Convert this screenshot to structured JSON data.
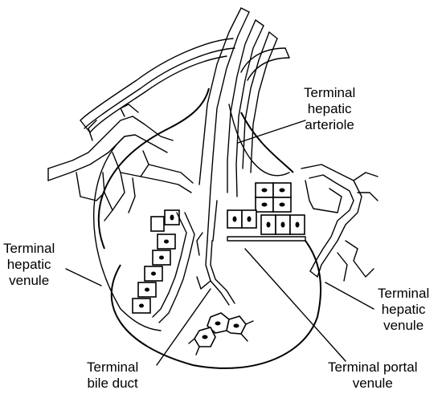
{
  "labels": {
    "terminal_hepatic_arteriole": {
      "line1": "Terminal",
      "line2": "hepatic",
      "line3": "arteriole"
    },
    "terminal_hepatic_venule_left": {
      "line1": "Terminal",
      "line2": "hepatic",
      "line3": "venule"
    },
    "terminal_hepatic_venule_right": {
      "line1": "Terminal",
      "line2": "hepatic",
      "line3": "venule"
    },
    "terminal_bile_duct": {
      "line1": "Terminal",
      "line2": "bile duct"
    },
    "terminal_portal_venule": {
      "line1": "Terminal portal",
      "line2": "venule"
    }
  },
  "colors": {
    "ink": "#000000",
    "background": "#ffffff"
  }
}
